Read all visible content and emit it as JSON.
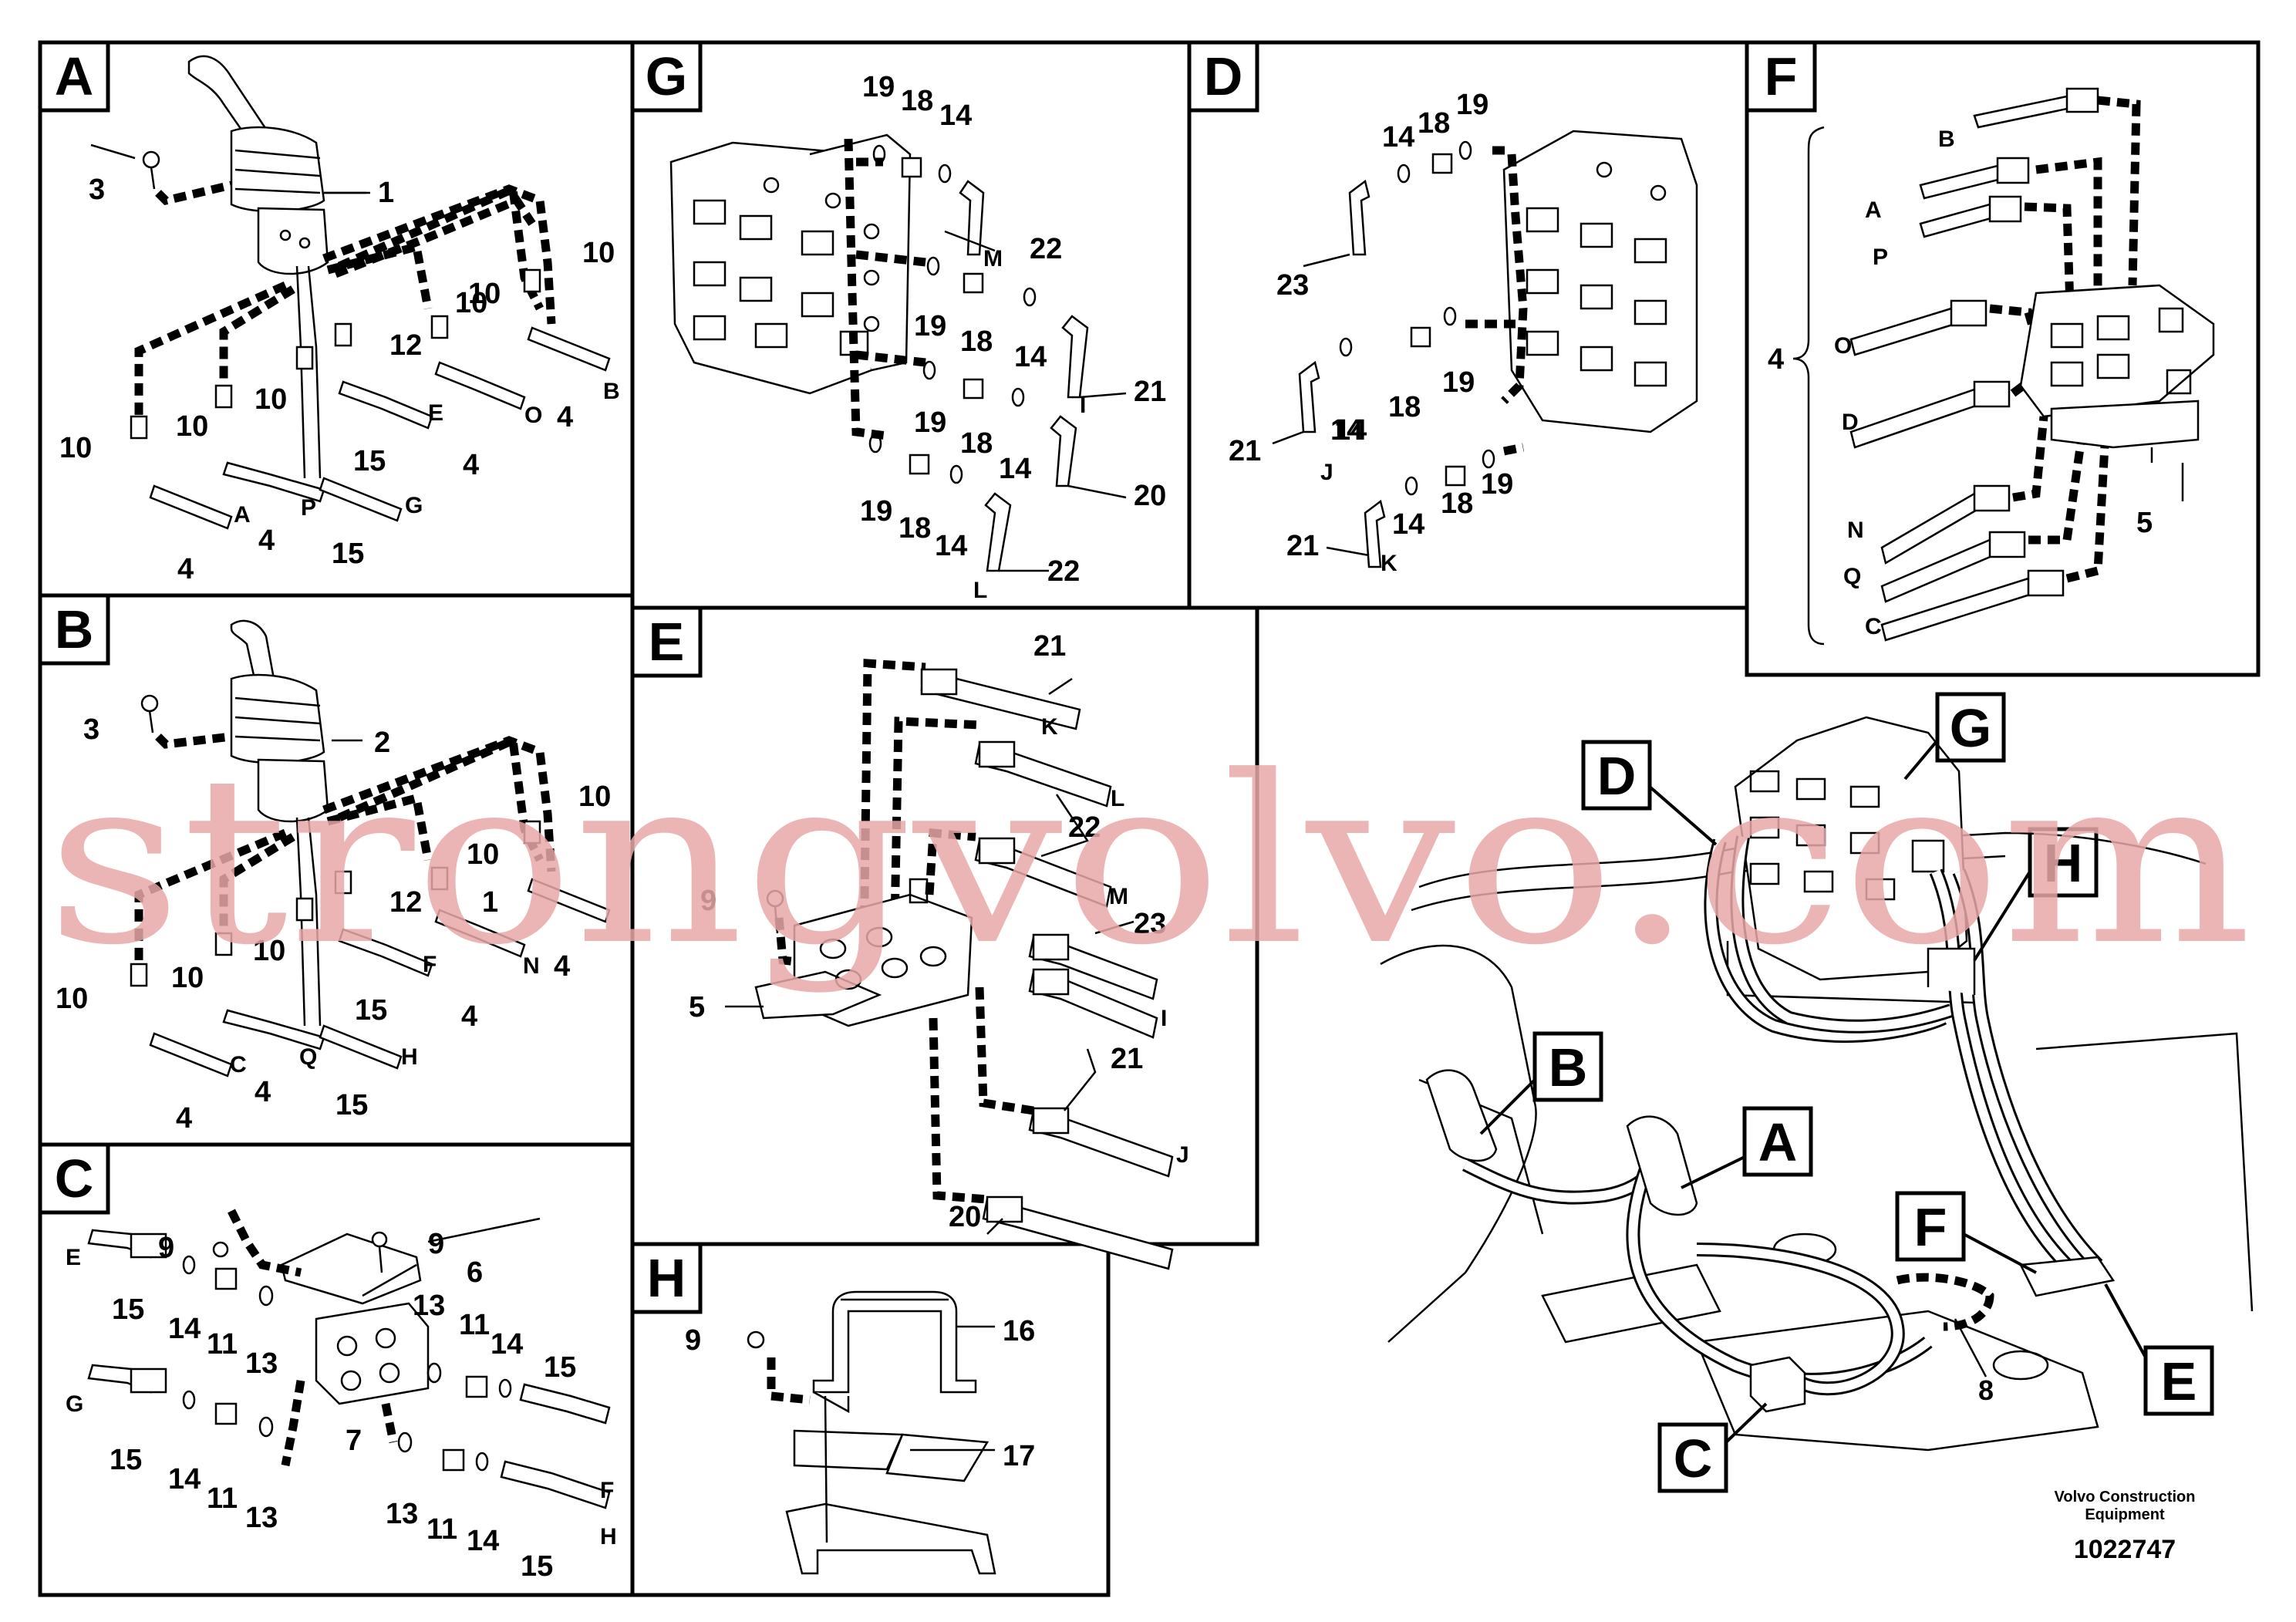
{
  "panels": {
    "A": "A",
    "B": "B",
    "C": "C",
    "D": "D",
    "E": "E",
    "F": "F",
    "G": "G",
    "H": "H"
  },
  "panel_A": {
    "labels": [
      "3",
      "1",
      "10",
      "10",
      "12",
      "10",
      "10",
      "10",
      "10",
      "A",
      "4",
      "P",
      "15",
      "E",
      "15",
      "O",
      "4",
      "B",
      "4",
      "4",
      "G",
      "15"
    ]
  },
  "panel_B": {
    "labels": [
      "3",
      "2",
      "10",
      "10",
      "12",
      "1",
      "10",
      "10",
      "10",
      "C",
      "4",
      "Q",
      "15",
      "F",
      "15",
      "N",
      "4",
      "4",
      "H",
      "15",
      "4"
    ]
  },
  "panel_C": {
    "labels": [
      "9",
      "9",
      "6",
      "E",
      "15",
      "14",
      "11",
      "13",
      "13",
      "11",
      "14",
      "15",
      "7",
      "G",
      "15",
      "14",
      "11",
      "13",
      "13",
      "11",
      "14",
      "15",
      "F",
      "H"
    ]
  },
  "panel_G": {
    "labels": [
      "19",
      "18",
      "14",
      "22",
      "M",
      "19",
      "18",
      "14",
      "21",
      "I",
      "19",
      "18",
      "14",
      "20",
      "19",
      "18",
      "14",
      "22",
      "L"
    ]
  },
  "panel_D": {
    "labels": [
      "14",
      "18",
      "19",
      "23",
      "14",
      "18",
      "19",
      "21",
      "14",
      "J",
      "14",
      "18",
      "19",
      "21",
      "K"
    ]
  },
  "panel_F": {
    "labels": [
      "B",
      "A",
      "P",
      "O",
      "D",
      "N",
      "Q",
      "C",
      "4",
      "5"
    ]
  },
  "panel_E": {
    "labels": [
      "21",
      "K",
      "L",
      "22",
      "M",
      "23",
      "I",
      "21",
      "J",
      "20",
      "9",
      "5"
    ]
  },
  "panel_H": {
    "labels": [
      "9",
      "16",
      "17"
    ]
  },
  "overview": {
    "callouts": [
      "D",
      "G",
      "H",
      "B",
      "A",
      "F",
      "C",
      "E"
    ],
    "part": "8"
  },
  "watermark": "strongvolvo.com",
  "footer": {
    "brand_line1": "Volvo Construction",
    "brand_line2": "Equipment",
    "drawing_number": "1022747"
  }
}
